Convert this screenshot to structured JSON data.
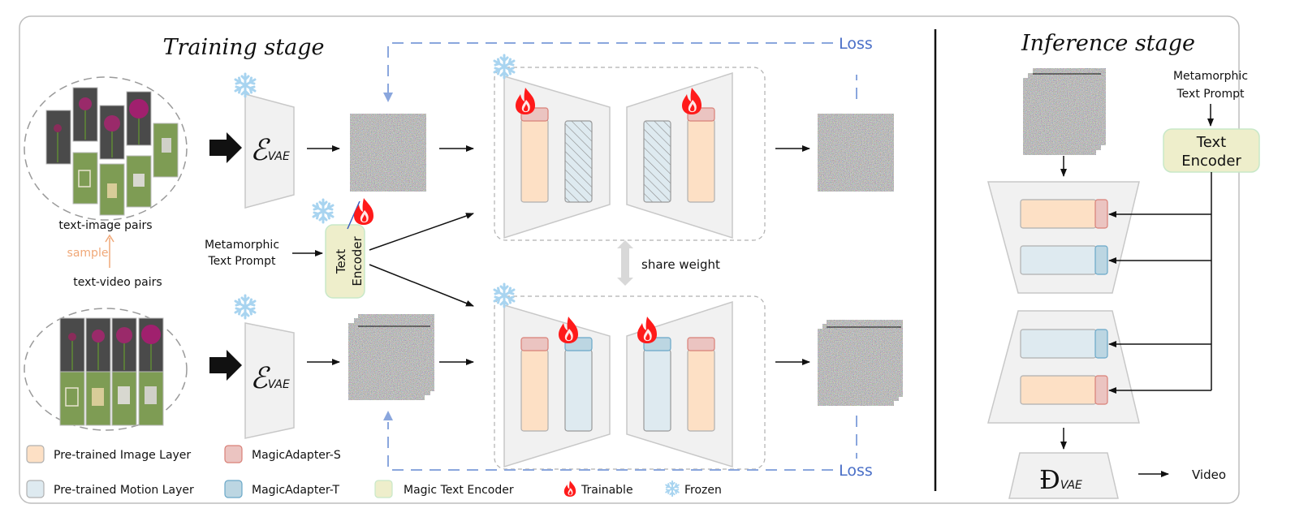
{
  "titles": {
    "training": "Training stage",
    "inference": "Inference stage"
  },
  "training": {
    "image_pairs_label": "text-image pairs",
    "sample_label": "sample",
    "video_pairs_label": "text-video pairs",
    "encoder_symbol": "ℰ",
    "encoder_subscript": "VAE",
    "prompt_line1": "Metamorphic",
    "prompt_line2": "Text Prompt",
    "text_encoder_line1": "Text",
    "text_encoder_line2": "Encoder",
    "share_weight": "share weight",
    "loss_top": "Loss",
    "loss_bottom": "Loss"
  },
  "inference": {
    "prompt_line1": "Metamorphic",
    "prompt_line2": "Text Prompt",
    "text_encoder_line1": "Text",
    "text_encoder_line2": "Encoder",
    "decoder_symbol": "Ɖ",
    "decoder_subscript": "VAE",
    "output_label": "Video"
  },
  "legend": [
    {
      "label": "Pre-trained Image Layer",
      "fill": "#fde0c5",
      "stroke": "#b0b0b0"
    },
    {
      "label": "MagicAdapter-S",
      "fill": "#ebc4c1",
      "stroke": "#d98078"
    },
    {
      "label": "Pre-trained Motion Layer",
      "fill": "#deeaf0",
      "stroke": "#b0b0b0"
    },
    {
      "label": "MagicAdapter-T",
      "fill": "#bcd6e2",
      "stroke": "#6aa8c8"
    },
    {
      "label": "Magic Text Encoder",
      "fill": "#eeeecb",
      "stroke": "#c8e8c8"
    },
    {
      "label": "Trainable",
      "icon": "flame"
    },
    {
      "label": "Frozen",
      "icon": "snowflake"
    }
  ],
  "colors": {
    "image_layer": "#fde0c5",
    "adapter_s": "#ebc4c1",
    "motion_layer": "#deeaf0",
    "adapter_t": "#bcd6e2",
    "text_encoder": "#eeeecb",
    "loss_line": "#8aa6dd",
    "flame": "#ff1a1a",
    "snowflake": "#a8d4f0",
    "block_fill": "#f1f1f1",
    "block_stroke": "#c8c8c8"
  }
}
